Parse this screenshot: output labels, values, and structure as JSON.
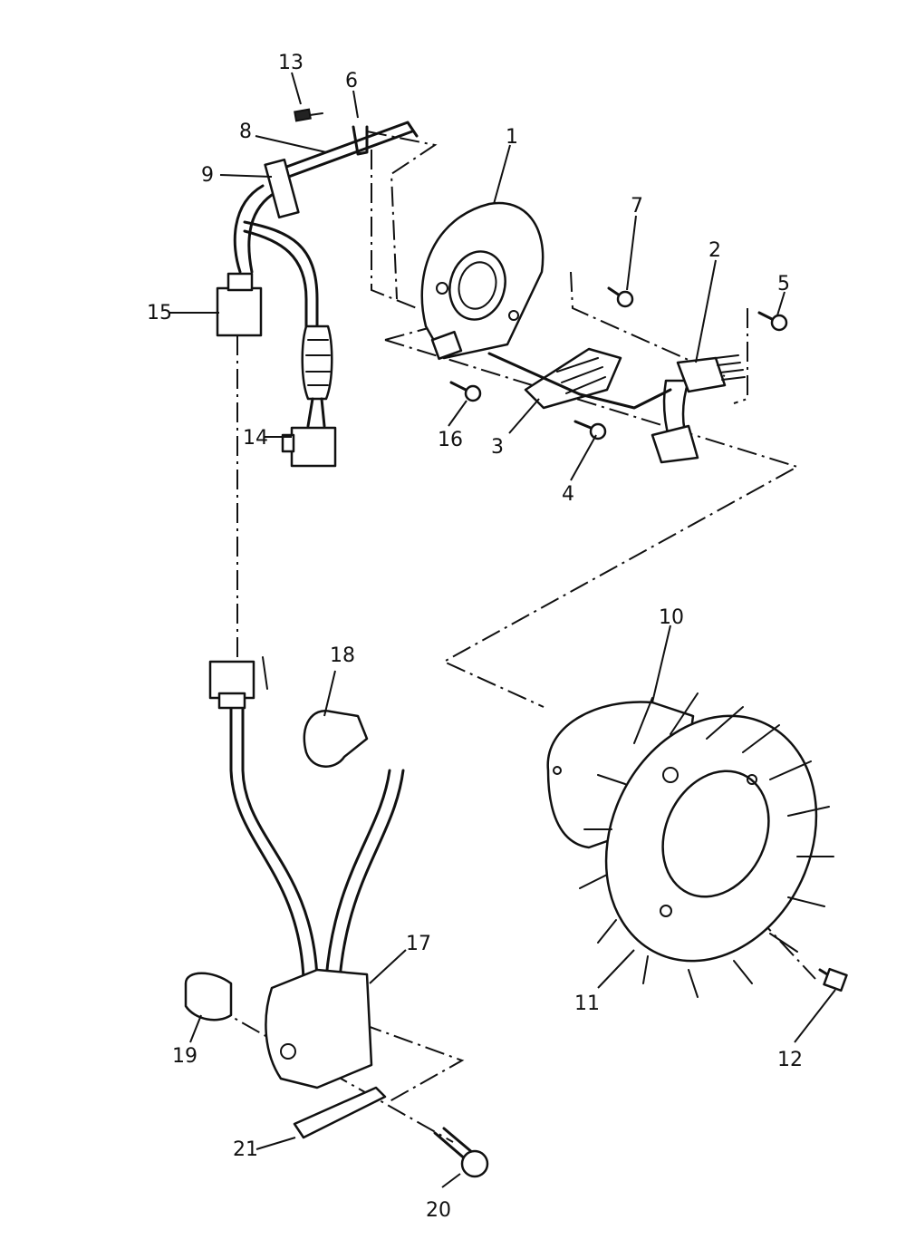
{
  "parts": [
    {
      "id": "1"
    },
    {
      "id": "2"
    },
    {
      "id": "3"
    },
    {
      "id": "4"
    },
    {
      "id": "5"
    },
    {
      "id": "6"
    },
    {
      "id": "7"
    },
    {
      "id": "8"
    },
    {
      "id": "9"
    },
    {
      "id": "10"
    },
    {
      "id": "11"
    },
    {
      "id": "12"
    },
    {
      "id": "13"
    },
    {
      "id": "14"
    },
    {
      "id": "15"
    },
    {
      "id": "16"
    },
    {
      "id": "17"
    },
    {
      "id": "18"
    },
    {
      "id": "19"
    },
    {
      "id": "20"
    },
    {
      "id": "21"
    }
  ]
}
